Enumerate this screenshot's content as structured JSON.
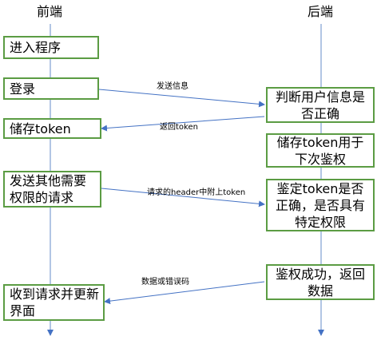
{
  "titles": {
    "frontend": "前端",
    "backend": "后端"
  },
  "boxes": {
    "enter_program": "进入程序",
    "login": "登录",
    "store_token_front": "储存token",
    "send_requests": "发送其他需要权限的请求",
    "receive_update": "收到请求并更新界面",
    "judge_user": "判断用户信息是否正确",
    "store_token_back": "储存token用于下次鉴权",
    "verify_token": "鉴定token是否正确，是否具有特定权限",
    "auth_success": "鉴权成功，返回数据"
  },
  "messages": {
    "send_info": "发送信息",
    "return_token": "返回token",
    "header_token": "请求的header中附上token",
    "data_or_error": "数据或错误码"
  },
  "colors": {
    "box_border": "#5b9c43",
    "lifeline": "#7f9fd3",
    "arrow": "#4472c4"
  }
}
